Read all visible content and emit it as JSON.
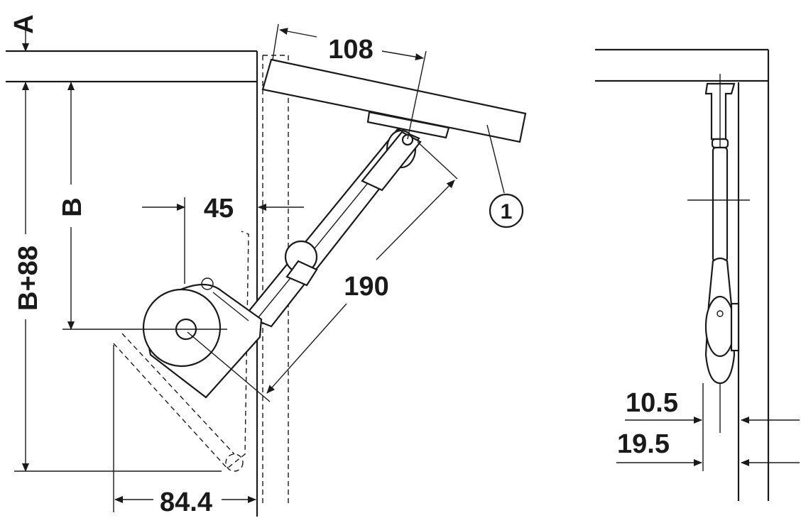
{
  "labels": {
    "a": "A",
    "b": "B",
    "b_plus_88": "B+88",
    "dim_108": "108",
    "dim_45": "45",
    "dim_190": "190",
    "dim_84_4": "84.4",
    "dim_10_5": "10.5",
    "dim_19_5": "19.5",
    "callout_1": "1"
  },
  "colors": {
    "ink": "#1a1a1a",
    "paper": "#ffffff"
  }
}
